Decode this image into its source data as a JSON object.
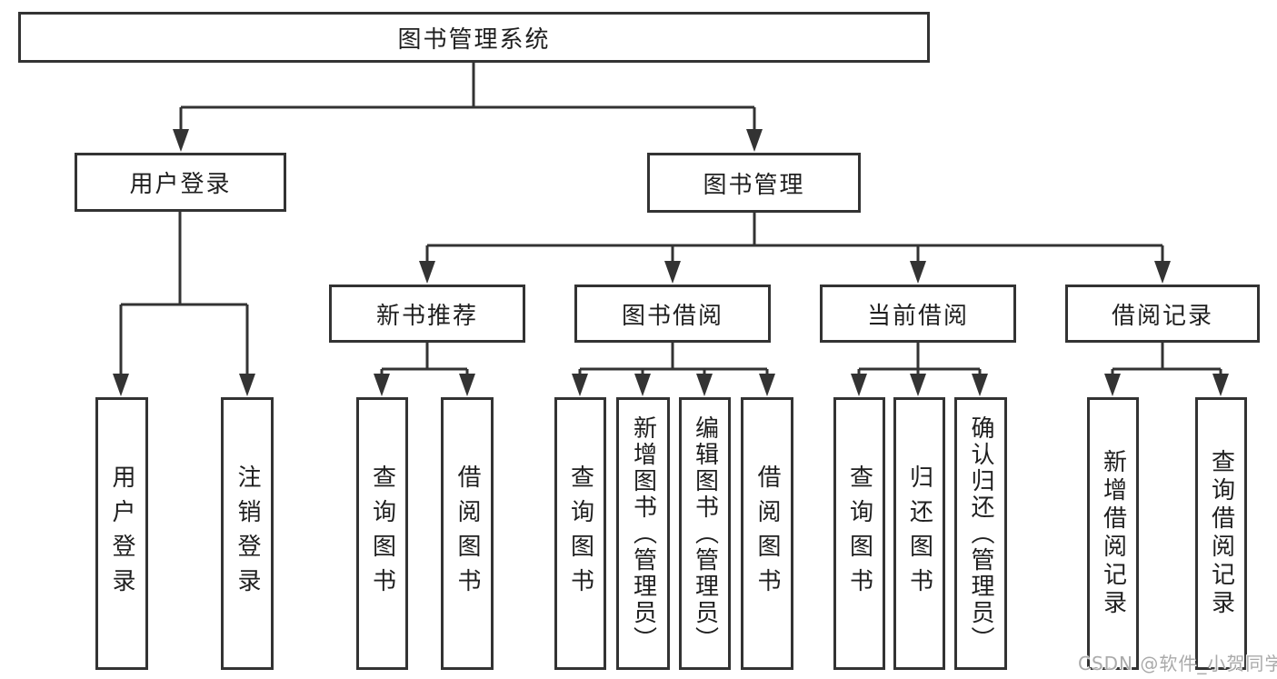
{
  "tree": {
    "root": {
      "label": "图书管理系统"
    },
    "children": [
      {
        "label": "用户登录",
        "children": [
          {
            "label": "用户登录"
          },
          {
            "label": "注销登录"
          }
        ]
      },
      {
        "label": "图书管理",
        "children": [
          {
            "label": "新书推荐",
            "children": [
              {
                "label": "查询图书"
              },
              {
                "label": "借阅图书"
              }
            ]
          },
          {
            "label": "图书借阅",
            "children": [
              {
                "label": "查询图书"
              },
              {
                "label": "新增图书（管理员）"
              },
              {
                "label": "编辑图书（管理员）"
              },
              {
                "label": "借阅图书"
              }
            ]
          },
          {
            "label": "当前借阅",
            "children": [
              {
                "label": "查询图书"
              },
              {
                "label": "归还图书"
              },
              {
                "label": "确认归还（管理员）"
              }
            ]
          },
          {
            "label": "借阅记录",
            "children": [
              {
                "label": "新增借阅记录"
              },
              {
                "label": "查询借阅记录"
              }
            ]
          }
        ]
      }
    ]
  },
  "watermark": {
    "text": "CSDN @软件_小贺同学"
  },
  "colors": {
    "line": "#333333",
    "text": "#1f1f1f",
    "bg": "#ffffff",
    "watermark": "#aaaaaa"
  }
}
